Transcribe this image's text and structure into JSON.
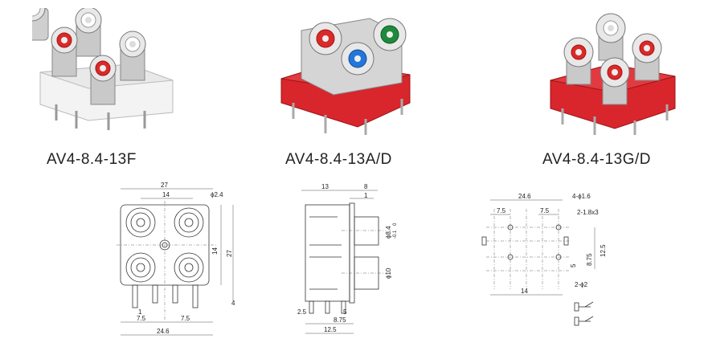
{
  "products": [
    {
      "model": "AV4-8.4-13F",
      "jack_colors": [
        "#ffffff",
        "#d92a2a",
        "#ffffff",
        "#d92a2a"
      ],
      "housing_color": "#f2f2f2"
    },
    {
      "model": "AV4-8.4-13A/D",
      "jack_colors": [
        "#d92a2a",
        "#1f8a3c",
        "#2377d9"
      ],
      "housing_color": "#d8262c"
    },
    {
      "model": "AV4-8.4-13G/D",
      "jack_colors": [
        "#ffffff",
        "#d92a2a",
        "#d92a2a",
        "#d92a2a"
      ],
      "housing_color": "#d8262c"
    }
  ],
  "drawing_front": {
    "dims": {
      "width_top": "27",
      "inner_top": "14",
      "hole": "ϕ2.4",
      "height_inner": "14",
      "height_total": "27",
      "pin_bottom": "4",
      "pin_off": "1",
      "pitch_left": "7.5",
      "pitch_right": "7.5",
      "width_bottom": "24.6"
    }
  },
  "drawing_side": {
    "dims": {
      "depth": "13",
      "flange": "8",
      "lip": "1",
      "dia_top": "ϕ8.4",
      "tol_plus": "0",
      "tol_minus": "-0.1",
      "dia_bottom": "ϕ10",
      "pin_a": "2.5",
      "pin_b": "5",
      "pin_c": "8.75",
      "base": "12.5"
    }
  },
  "drawing_pcb": {
    "dims": {
      "width": "24.6",
      "holes4": "4-ϕ1.6",
      "pitch_a": "7.5",
      "pitch_b": "7.5",
      "slots": "2-1.8x3",
      "h_total": "12.5",
      "h_mid": "8.75",
      "h_low": "5",
      "holes2": "2-ϕ2",
      "bottom": "14"
    }
  }
}
